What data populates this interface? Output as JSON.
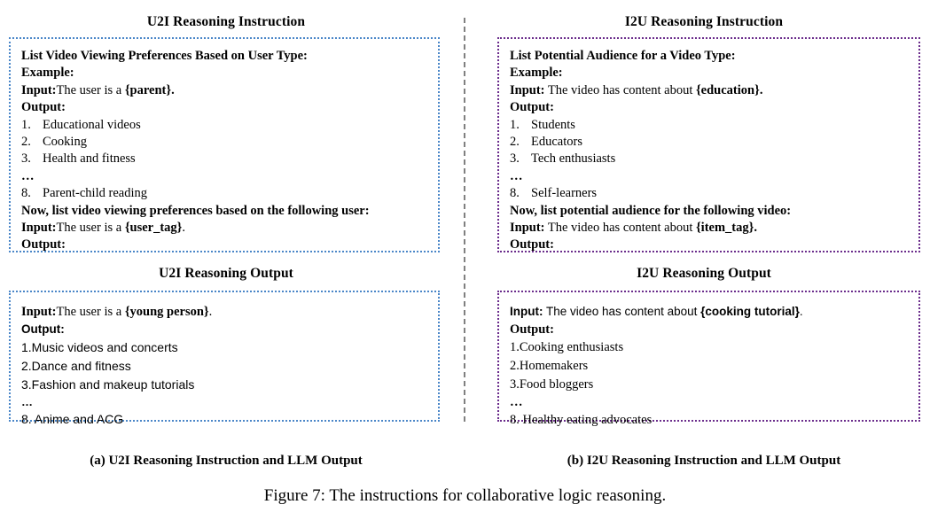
{
  "figure": {
    "caption": "Figure 7: The instructions for collaborative logic reasoning."
  },
  "divider": {
    "color": "#808080",
    "style": "dashed"
  },
  "left_column": {
    "sub_caption": "(a) U2I Reasoning Instruction and LLM Output",
    "accent_color": "#4a86c8",
    "instruction_panel": {
      "heading": "U2I Reasoning Instruction",
      "title_line": "List Video Viewing Preferences Based on User Type:",
      "example_label": "Example:",
      "input_label": "Input:",
      "input_text_prefix": "The user is a ",
      "input_text_tag": "{parent}",
      "input_text_suffix": ".",
      "output_label": "Output:",
      "items": [
        {
          "num": "1.",
          "text": "Educational videos"
        },
        {
          "num": "2.",
          "text": "Cooking"
        },
        {
          "num": "3.",
          "text": "Health and fitness"
        }
      ],
      "ellipsis": "…",
      "last_item": {
        "num": "8.",
        "text": "Parent-child reading"
      },
      "now_line": "Now, list video viewing preferences based on the following user:",
      "final_input_label": "Input:",
      "final_input_prefix": "The user is a ",
      "final_input_tag": "{user_tag}",
      "final_input_suffix": ".",
      "final_output_label": "Output:"
    },
    "output_panel": {
      "heading": "U2I Reasoning Output",
      "input_label": "Input:",
      "input_text_prefix": "The user is a ",
      "input_text_tag": "{young person}",
      "input_text_suffix": ".",
      "output_label": "Output:",
      "items": [
        "1.Music videos and concerts",
        "2.Dance and fitness",
        "3.Fashion and makeup tutorials"
      ],
      "ellipsis": "…",
      "last_item": "8. Anime and ACG"
    }
  },
  "right_column": {
    "sub_caption": "(b) I2U Reasoning Instruction and LLM Output",
    "accent_color": "#6b2d8c",
    "instruction_panel": {
      "heading": "I2U Reasoning Instruction",
      "title_line": "List Potential Audience for a Video Type:",
      "example_label": "Example:",
      "input_label": "Input:",
      "input_text_prefix": " The video has content about ",
      "input_text_tag": "{education}",
      "input_text_suffix": ".",
      "output_label": "Output:",
      "items": [
        {
          "num": "1.",
          "text": "Students"
        },
        {
          "num": "2.",
          "text": "Educators"
        },
        {
          "num": "3.",
          "text": "Tech enthusiasts"
        }
      ],
      "ellipsis": "…",
      "last_item": {
        "num": "8.",
        "text": "Self-learners"
      },
      "now_line": "Now, list potential audience for the following video:",
      "final_input_label": "Input:",
      "final_input_prefix": " The video has content about ",
      "final_input_tag": "{item_tag}",
      "final_input_suffix": ".",
      "final_output_label": "Output:"
    },
    "output_panel": {
      "heading": "I2U Reasoning Output",
      "input_label": "Input:",
      "input_text_prefix": " The video has content about ",
      "input_text_tag": "{cooking tutorial}",
      "input_text_suffix": ".",
      "output_label": "Output:",
      "items": [
        "1.Cooking enthusiasts",
        "2.Homemakers",
        "3.Food bloggers"
      ],
      "ellipsis": "…",
      "last_item": "8. Healthy eating advocates"
    }
  }
}
